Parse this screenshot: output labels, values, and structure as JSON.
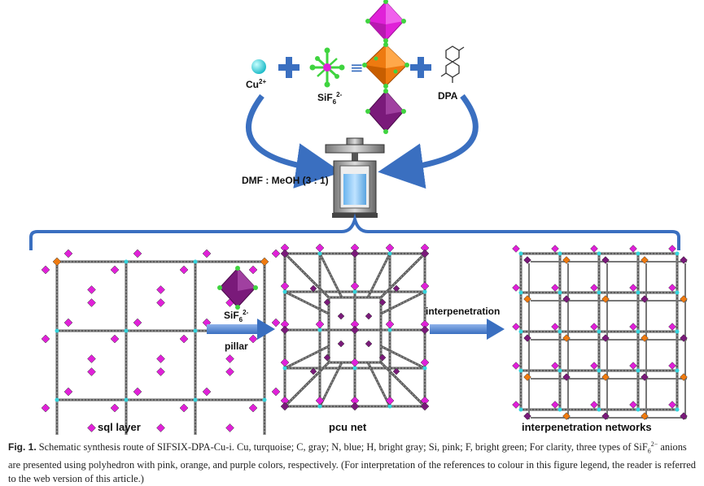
{
  "figure": {
    "cu_label": "Cu",
    "cu_charge": "2+",
    "sif6_label": "SiF",
    "sif6_sub": "6",
    "sif6_charge": "2-",
    "equiv_symbol": "≡",
    "dpa_label": "DPA",
    "solvent_label": "DMF : MeOH (3 : 1)",
    "pillar_sif6_label": "SiF",
    "pillar_sif6_sub": "6",
    "pillar_sif6_charge": "2-",
    "pillar_label": "pillar",
    "interpenetration_label": "interpenetration",
    "panels": [
      {
        "caption": "sql layer"
      },
      {
        "caption": "pcu net"
      },
      {
        "caption": "interpenetration networks"
      }
    ]
  },
  "caption": {
    "fig_number": "Fig. 1.",
    "text_before": " Schematic synthesis route of SIFSIX-DPA-Cu-i. Cu, turquoise; C, gray; N, blue; H, bright gray; Si, pink; F, bright green; For clarity, three types of SiF",
    "text_sub": "6",
    "text_sup": "2−",
    "text_after": " anions are presented using polyhedron with pink, orange, and purple colors, respectively. (For interpretation of the references to colour in this figure legend, the reader is referred to the web version of this article.)"
  },
  "colors": {
    "cu": "#35d4dc",
    "pink": "#e020d8",
    "orange": "#ee7a10",
    "purple": "#7a1a7a",
    "fluorine": "#3fd43f",
    "arrow_blue": "#3a6fc0",
    "bracket_blue": "#3a6fc0",
    "framework_gray": "#5a5a5a"
  }
}
